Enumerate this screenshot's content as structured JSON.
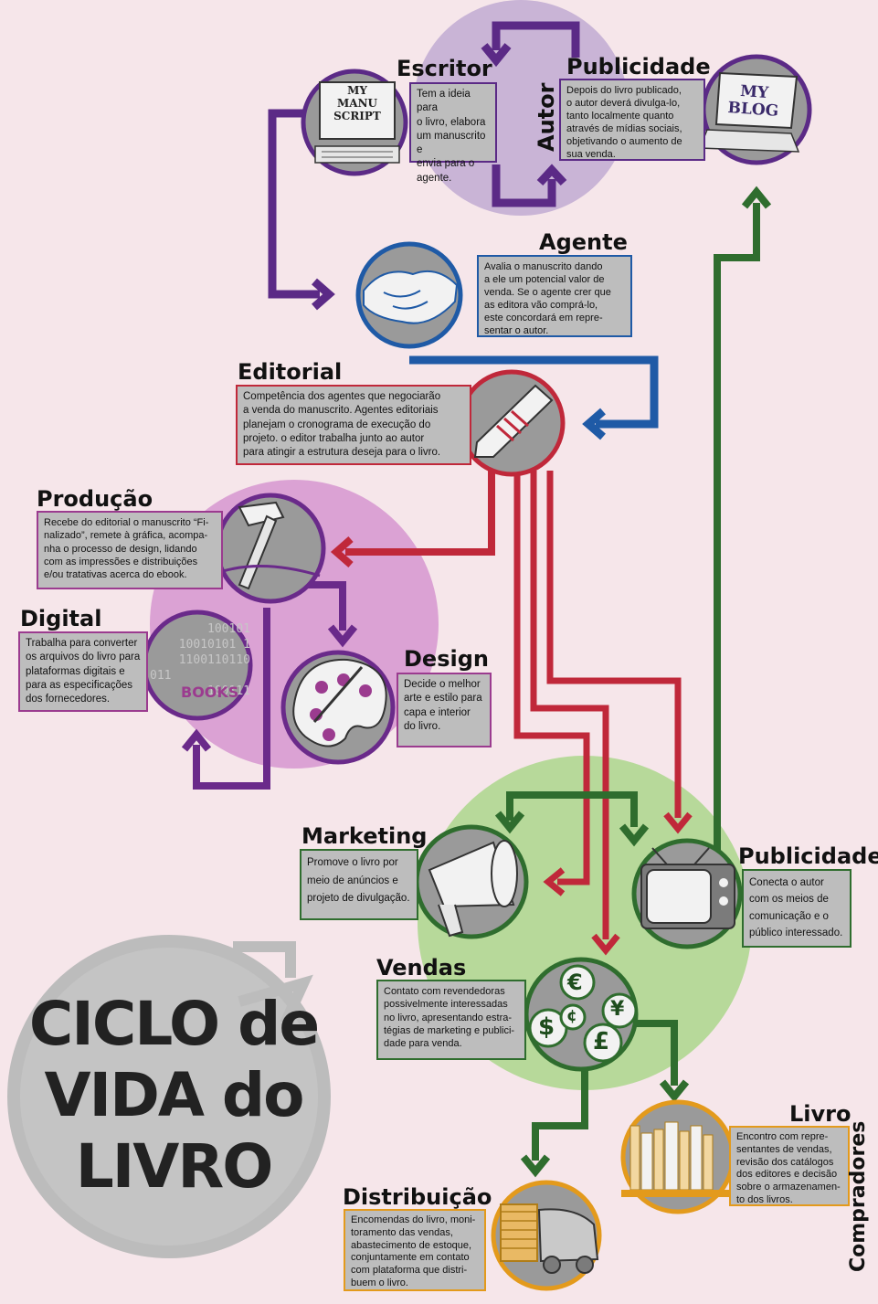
{
  "main_title": {
    "line1": "CICLO de",
    "line2": "VIDA do",
    "line3": "LIVRO"
  },
  "stages": {
    "escritor": {
      "title": "Escritor",
      "text": [
        "Tem a ideia para",
        "o livro, elabora",
        "um manuscrito e",
        "envia para o",
        "agente."
      ]
    },
    "autor": {
      "label": "Autor"
    },
    "publicidade_autor": {
      "title": "Publicidade",
      "text": [
        "Depois do livro publicado,",
        "o autor deverá divulga-lo,",
        "tanto localmente quanto",
        "através de mídias sociais,",
        "objetivando o aumento de",
        "sua venda."
      ]
    },
    "agente": {
      "title": "Agente",
      "text": [
        "Avalia o manuscrito dando",
        "a ele um potencial valor de",
        "venda. Se o agente crer que",
        "as editora vão comprá-lo,",
        "este concordará em repre-",
        "sentar o autor."
      ]
    },
    "editorial": {
      "title": "Editorial",
      "text": [
        "Competência dos agentes que negociarão",
        "a venda do manuscrito. Agentes editoriais",
        "planejam o cronograma de execução do",
        "projeto. o editor trabalha junto ao autor",
        "para atingir a estrutura deseja para o livro."
      ]
    },
    "producao": {
      "title": "Produção",
      "text": [
        "Recebe do editorial o manuscrito “Fi-",
        "nalizado”, remete à gráfica, acompa-",
        "nha o processo de design, lidando",
        "com as impressões e distribuições",
        "e/ou tratativas acerca do ebook."
      ]
    },
    "digital": {
      "title": "Digital",
      "text": [
        "Trabalha para converter",
        "os arquivos do livro para",
        "plataformas digitais  e",
        "para as especificações",
        "dos fornecedores."
      ]
    },
    "design": {
      "title": "Design",
      "text": [
        "Decide  o  melhor",
        "arte e estilo para",
        "capa  e  interior",
        "do livro."
      ]
    },
    "marketing": {
      "title": "Marketing",
      "text": [
        "Promove o livro por",
        "meio de anúncios e",
        "projeto de divulgação."
      ]
    },
    "publicidade_editora": {
      "title": "Publicidade",
      "text": [
        "Conecta o autor",
        "com os meios de",
        "comunicação e o",
        "público interessado."
      ]
    },
    "vendas": {
      "title": "Vendas",
      "text": [
        "Contato com revendedoras",
        "possivelmente interessadas",
        "no livro, apresentando estra-",
        "tégias de marketing e publici-",
        "dade para venda."
      ]
    },
    "livro": {
      "title": "Livro"
    },
    "compradores": {
      "label": "Compradores",
      "text": [
        "Encontro com repre-",
        "sentantes de vendas,",
        "revisão dos catálogos",
        "dos editores e decisão",
        "sobre o armazenamen-",
        "to dos livros."
      ]
    },
    "distribuicao": {
      "title": "Distribuição",
      "text": [
        "Encomendas do livro, moni-",
        "toramento das vendas,",
        "abastecimento de estoque,",
        "conjuntamente em contato",
        "com plataforma que distri-",
        "buem o livro."
      ]
    }
  },
  "icons": {
    "manuscript": {
      "name": "computer-manuscript-icon",
      "label": [
        "MY",
        "MANU",
        "SCRIPT"
      ]
    },
    "blog": {
      "name": "laptop-blog-icon",
      "label": [
        "MY",
        "BLOG"
      ]
    },
    "handshake": {
      "name": "handshake-icon"
    },
    "pen": {
      "name": "pen-icon"
    },
    "hammer": {
      "name": "hammer-icon"
    },
    "books": {
      "name": "digital-books-icon",
      "label": "BOOKS",
      "binary": [
        "100101",
        "10010101 1",
        "1100110110",
        "011",
        "100111"
      ]
    },
    "palette": {
      "name": "paint-palette-icon"
    },
    "megaphone": {
      "name": "megaphone-icon"
    },
    "tv": {
      "name": "television-icon"
    },
    "money": {
      "name": "currency-coins-icon",
      "symbols": [
        "€",
        "$",
        "¢",
        "¥",
        "£"
      ]
    },
    "shelf": {
      "name": "bookshelf-icon"
    },
    "truck": {
      "name": "delivery-truck-icon"
    }
  },
  "colors": {
    "background": "#f6e6ea",
    "purple": "#5b2a86",
    "blue": "#1f5aa6",
    "red": "#c0283a",
    "magenta": "#9b3b8f",
    "green": "#2f6d2e",
    "orange": "#e39a1c",
    "box_fill": "#bdbdbd"
  }
}
